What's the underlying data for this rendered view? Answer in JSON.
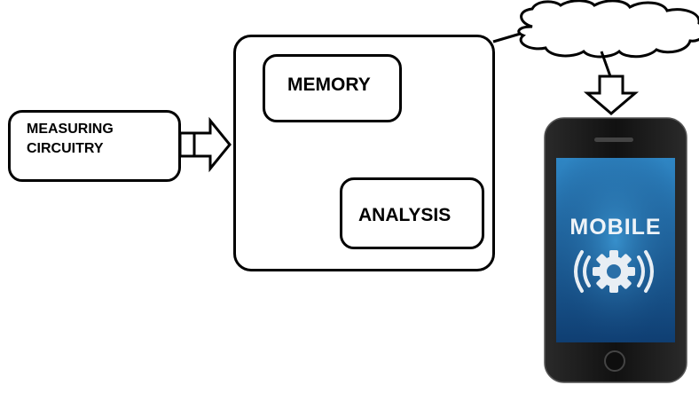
{
  "diagram": {
    "measuring_label_line1": "MEASURING",
    "measuring_label_line2": "CIRCUITRY",
    "memory_label": "MEMORY",
    "analysis_label": "ANALYSIS",
    "mobile_label": "MOBILE"
  },
  "colors": {
    "stroke": "#000000",
    "screen_top": "#2f86c4",
    "screen_bottom": "#0f3e72",
    "phone_body": "#1a1a1a"
  },
  "icons": [
    "block-arrow-right-icon",
    "block-arrow-down-icon",
    "cloud-icon",
    "smartphone-icon",
    "gear-signal-icon"
  ]
}
